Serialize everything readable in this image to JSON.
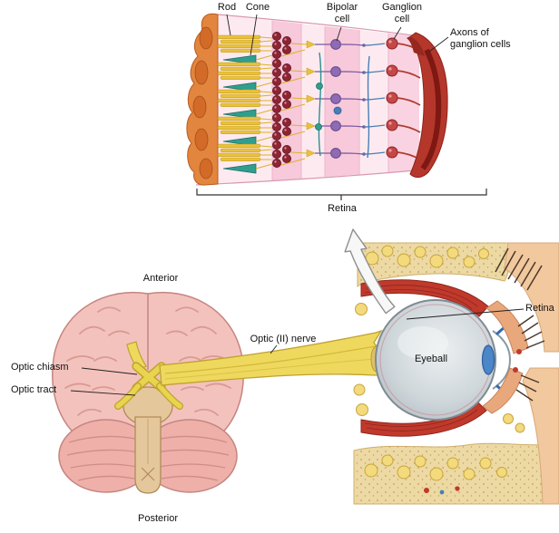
{
  "figure": {
    "retina_micrograph": {
      "labels": {
        "rod": "Rod",
        "cone": "Cone",
        "bipolar_cell": "Bipolar\ncell",
        "ganglion_cell": "Ganglion\ncell",
        "axons_of_ganglion_cells": "Axons of\nganglion cells",
        "retina_bracket": "Retina"
      }
    },
    "brain_inferior_view": {
      "labels": {
        "anterior": "Anterior",
        "optic_chiasm": "Optic chiasm",
        "optic_tract": "Optic tract",
        "optic_nerve": "Optic (II) nerve",
        "posterior": "Posterior"
      }
    },
    "orbit_section": {
      "labels": {
        "retina": "Retina",
        "eyeball": "Eyeball"
      }
    },
    "colors": {
      "rod_yellow": "#e9c23b",
      "cone_teal": "#2f9e8f",
      "bipolar_purple": "#8e6bb3",
      "ganglion_red": "#c54848",
      "axon_band_red": "#b5372c",
      "pigment_orange": "#e2853e",
      "retina_pink_light": "#fdeaf0",
      "retina_pink_dark": "#f7c9da",
      "nerve_yellow": "#eed95e",
      "brain_pink": "#f4c2bd",
      "cerebellum_pink": "#efb0aa",
      "brainstem_tan": "#e5c79c",
      "muscle_red": "#c0392b",
      "bone_cream": "#ecd9a4",
      "fat_yellow": "#f3da7c",
      "eyeball_gray": "#cfd7db",
      "lens_blue": "#4a86c8"
    }
  }
}
